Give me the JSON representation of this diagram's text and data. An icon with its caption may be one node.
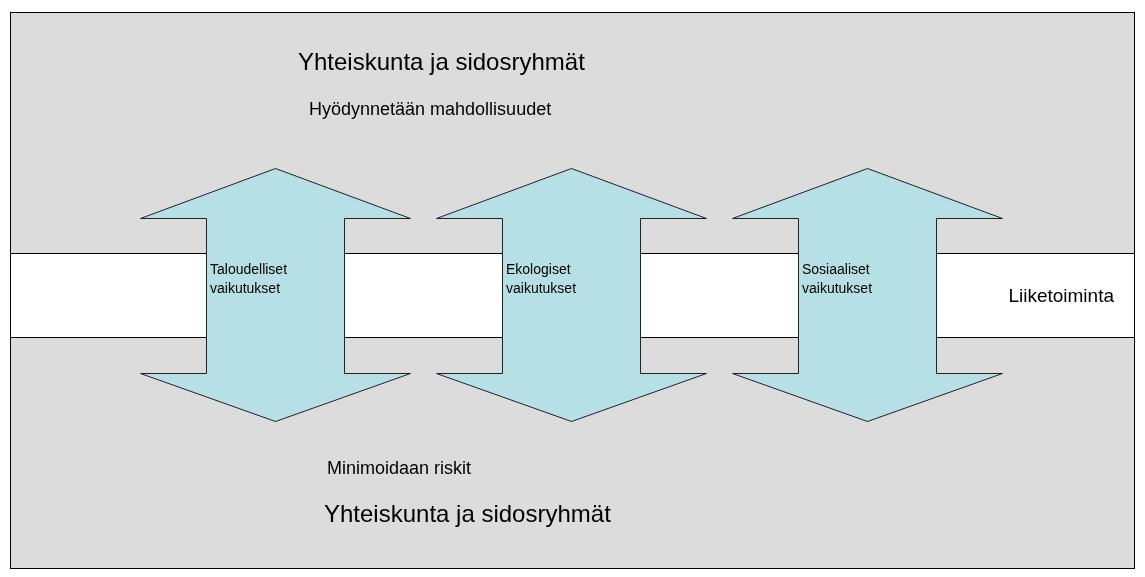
{
  "diagram": {
    "nodes": [
      {
        "text": [
          "Liiketoiminta"
        ]
      },
      {
        "text": [
          "Taloudelliset vaikutukset"
        ]
      },
      {
        "text": [
          "Ekologiset vaikutukset"
        ]
      },
      {
        "text": [
          "Sosiaaliset vaikutukset"
        ]
      }
    ],
    "labels": [
      "Yhteiskunta ja sidosryhmät",
      "Hyödynnetään mahdollisuudet",
      "Minimoidaan riskit",
      "Yhteiskunta ja sidosryhmät"
    ]
  }
}
